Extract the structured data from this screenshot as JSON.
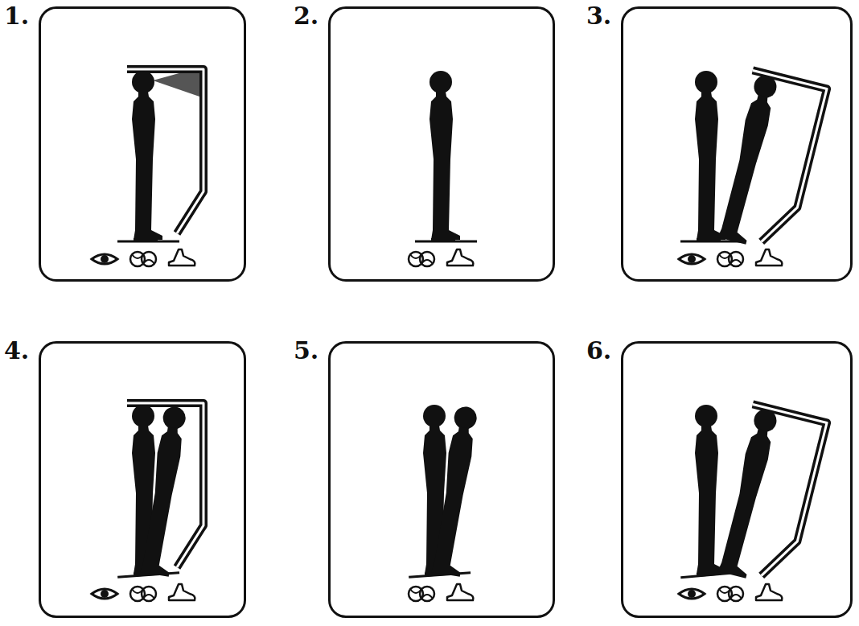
{
  "diagram": {
    "nodes": [
      {
        "text": [
          "1."
        ]
      },
      {
        "text": [
          "2."
        ]
      },
      {
        "text": [
          "3."
        ]
      },
      {
        "text": [
          "4."
        ]
      },
      {
        "text": [
          "5."
        ]
      },
      {
        "text": [
          "6."
        ]
      }
    ]
  }
}
